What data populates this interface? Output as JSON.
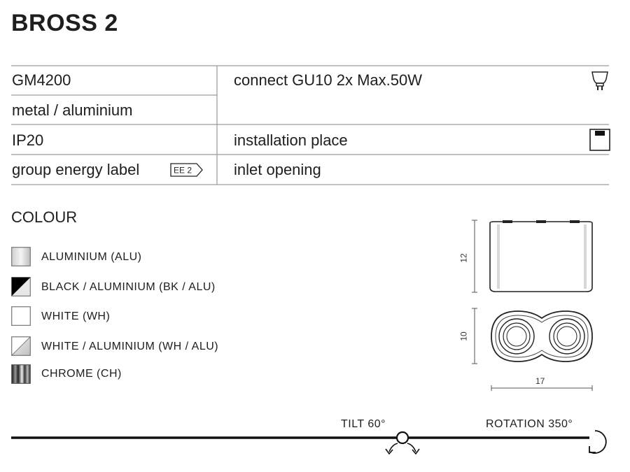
{
  "product": {
    "title": "BROSS 2"
  },
  "specs": {
    "code": "GM4200",
    "material": "metal / aluminium",
    "ip_rating": "IP20",
    "energy_label": "group energy label",
    "energy_badge": "EE 2",
    "connect": "connect GU10 2x Max.50W",
    "installation": "installation place",
    "inlet": "inlet opening"
  },
  "icons": {
    "bulb": "gu10-bulb-icon",
    "installation": "ceiling-mount-icon"
  },
  "colour": {
    "heading": "COLOUR",
    "options": [
      {
        "label": "ALUMINIUM (ALU)",
        "swatch": "aluminium-swatch-icon"
      },
      {
        "label": "BLACK / ALUMINIUM (BK / ALU)",
        "swatch": "black-aluminium-swatch-icon"
      },
      {
        "label": "WHITE (WH)",
        "swatch": "white-swatch-icon"
      },
      {
        "label": "WHITE / ALUMINIUM (WH / ALU)",
        "swatch": "white-aluminium-swatch-icon"
      },
      {
        "label": "CHROME (CH)",
        "swatch": "chrome-swatch-icon"
      }
    ]
  },
  "dimensions": {
    "height": "12",
    "depth": "10",
    "width": "17"
  },
  "features": {
    "tilt": "TILT 60°",
    "rotation": "ROTATION 350°"
  },
  "colors": {
    "text": "#1e1e1e",
    "rule": "#888888",
    "line": "#1a1a1a"
  }
}
